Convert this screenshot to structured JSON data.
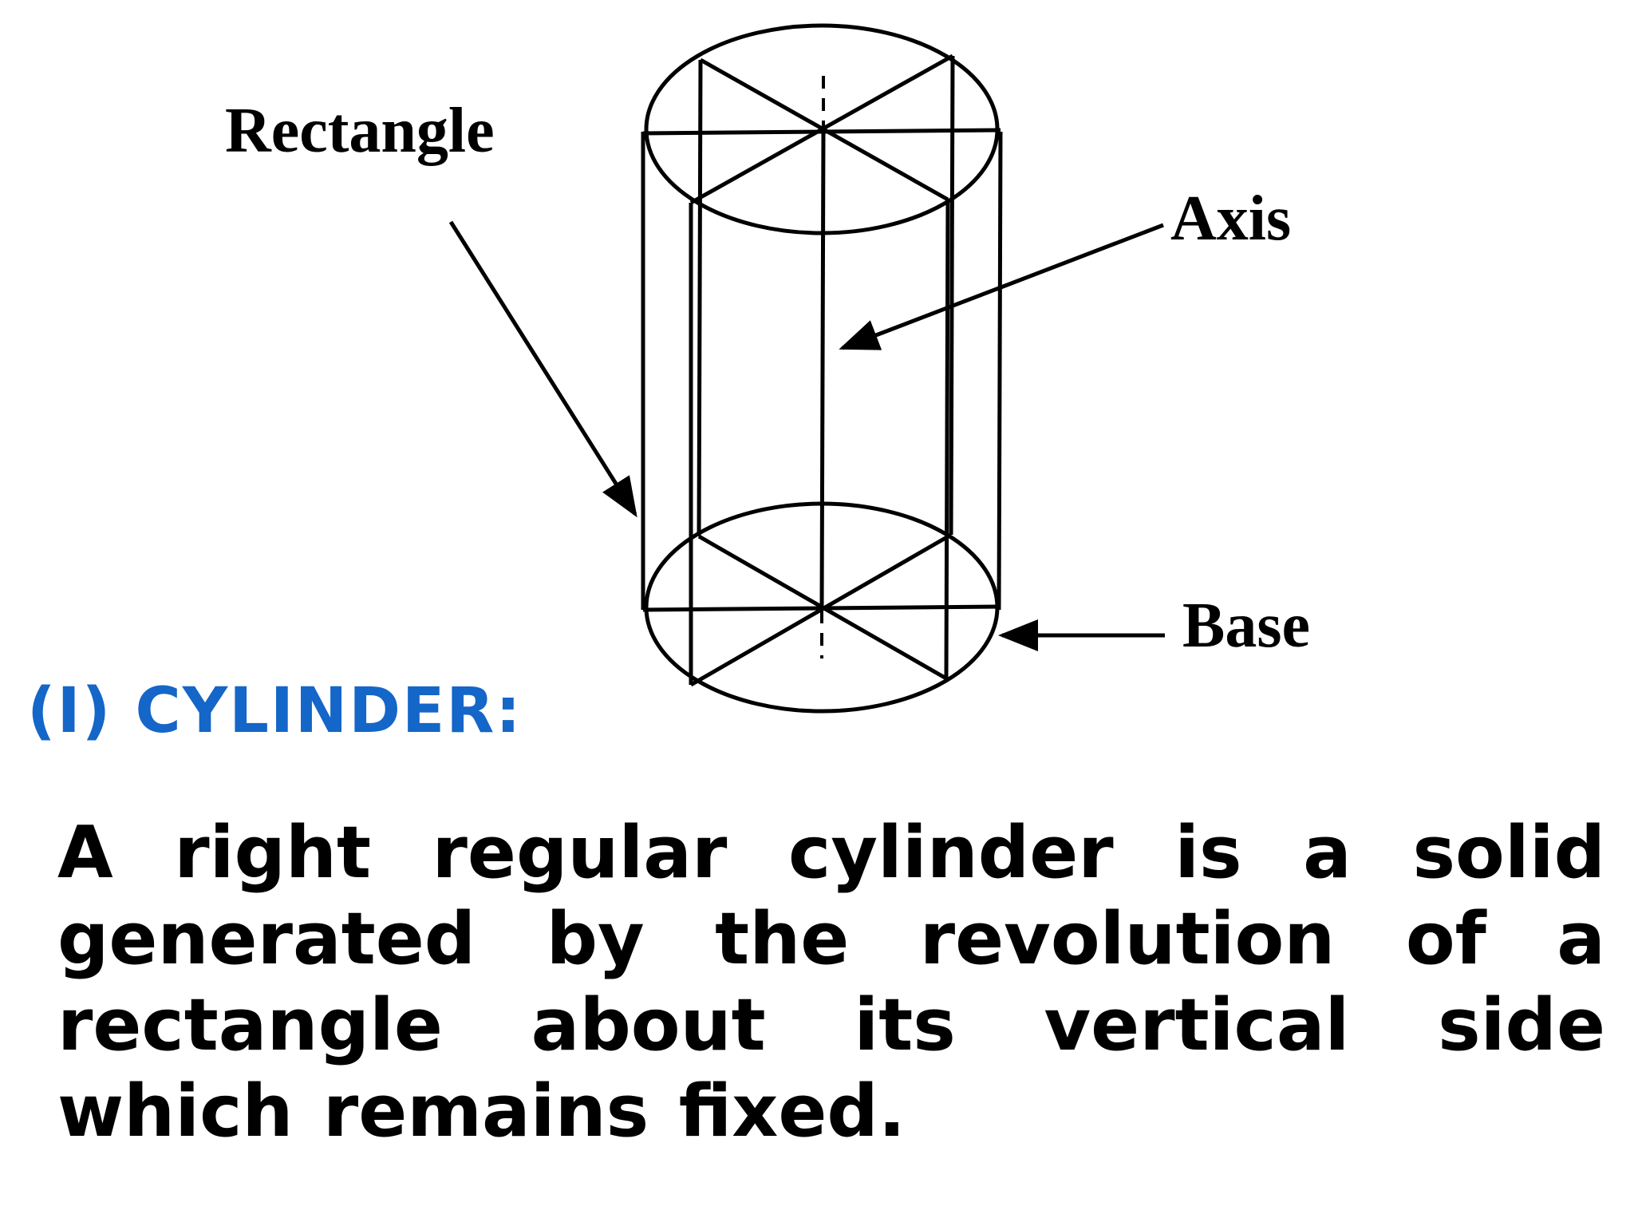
{
  "labels": {
    "rectangle": "Rectangle",
    "axis": "Axis",
    "base": "Base"
  },
  "heading": "(I) CYLINDER:",
  "definition": "A right regular cylinder is a solid generated by the revolution of a rectangle about its vertical side which remains fixed.",
  "colors": {
    "heading": "#1466c8",
    "lines": "#000000",
    "background": "#ffffff"
  }
}
